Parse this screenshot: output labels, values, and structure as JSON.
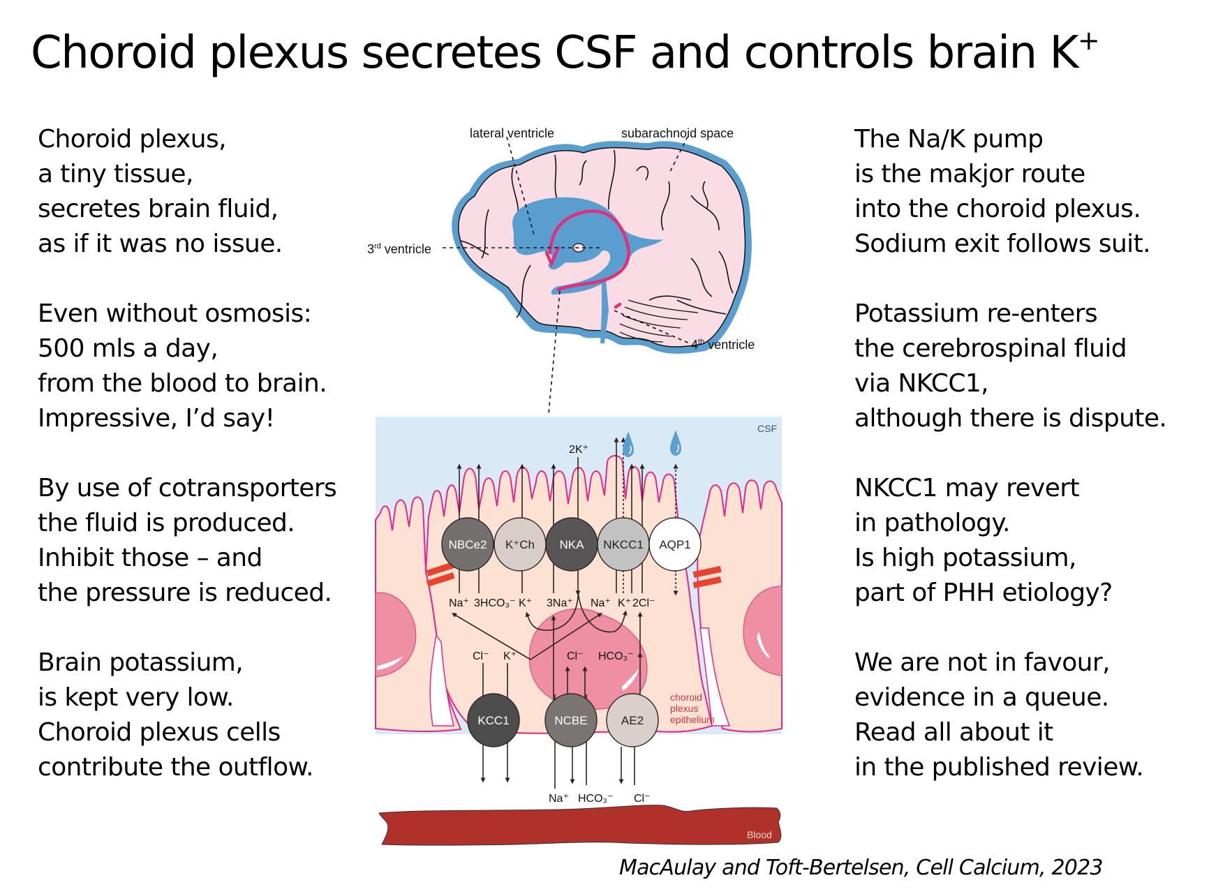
{
  "slide": {
    "title": "Choroid plexus secretes CSF and controls brain K",
    "title_superscript": "+",
    "citation": "MacAulay and Toft-Bertelsen, Cell Calcium, 2023"
  },
  "poem_left": {
    "stanzas": [
      [
        "Choroid plexus,",
        "a tiny tissue,",
        "secretes brain fluid,",
        "as if it was no issue."
      ],
      [
        "Even without osmosis:",
        "500 mls a day,",
        "from the blood to brain.",
        "Impressive, I’d say!"
      ],
      [
        "By use of cotransporters",
        "the fluid is produced.",
        "Inhibit those – and",
        "the pressure is reduced."
      ],
      [
        "Brain potassium,",
        "is kept very low.",
        "Choroid plexus cells",
        "contribute the outflow."
      ]
    ]
  },
  "poem_right": {
    "stanzas": [
      [
        "The Na/K pump",
        "is the makjor route",
        "into the choroid plexus.",
        "Sodium exit follows suit."
      ],
      [
        "Potassium re-enters",
        "the cerebrospinal fluid",
        "via NKCC1,",
        "although there is dispute."
      ],
      [
        "NKCC1 may revert",
        "in pathology.",
        "Is high potassium,",
        "part of PHH etiology?"
      ],
      [
        "We are not in favour,",
        "evidence in a queue.",
        "Read all about it",
        "in the published review."
      ]
    ]
  },
  "brain_diagram": {
    "labels": {
      "lateral_ventricle": "lateral ventricle",
      "subarachnoid_space": "subarachnoid space",
      "third_ventricle_num": "3",
      "third_ventricle_sup": "rd",
      "third_ventricle_word": " ventricle",
      "fourth_ventricle_num": "4",
      "fourth_ventricle_sup": "th",
      "fourth_ventricle_word": " ventricle"
    },
    "colors": {
      "brain_fill": "#f9dce4",
      "csf_blue": "#5a9ecf",
      "choroid_plexus": "#e0307c"
    }
  },
  "cell_diagram": {
    "region_labels": {
      "csf": "CSF",
      "blood": "Blood",
      "epithelium": [
        "choroid",
        "plexus",
        "epithelium"
      ]
    },
    "apical_transporters": [
      {
        "id": "NBCe2",
        "label": "NBCe2",
        "fill": "#757070",
        "text_color": "#ffffff"
      },
      {
        "id": "KCh",
        "label": "K⁺Ch",
        "fill": "#d9cdc9",
        "text_color": "#222222"
      },
      {
        "id": "NKA",
        "label": "NKA",
        "fill": "#575555",
        "text_color": "#ffffff"
      },
      {
        "id": "NKCC1",
        "label": "NKCC1",
        "fill": "#c2c2c2",
        "text_color": "#222222"
      },
      {
        "id": "AQP1",
        "label": "AQP1",
        "fill": "#ffffff",
        "text_color": "#222222"
      }
    ],
    "basolateral_transporters": [
      {
        "id": "KCC1",
        "label": "KCC1",
        "fill": "#4e4d4d",
        "text_color": "#ffffff"
      },
      {
        "id": "NCBE",
        "label": "NCBE",
        "fill": "#7a7572",
        "text_color": "#ffffff"
      },
      {
        "id": "AE2",
        "label": "AE2",
        "fill": "#d9d0cc",
        "text_color": "#222222"
      }
    ],
    "ion_labels": {
      "two_k": "2K⁺",
      "apical_row": [
        "Na⁺",
        "3HCO₃⁻",
        "K⁺",
        "3Na⁺",
        "Na⁺",
        "K⁺",
        "2Cl⁻"
      ],
      "mid_row": [
        "Cl⁻",
        "K⁺",
        "Cl⁻",
        "HCO₃⁻"
      ],
      "blood_row": [
        "Na⁺",
        "HCO₃⁻",
        "Cl⁻"
      ]
    },
    "colors": {
      "csf_bg": "#d9e9f5",
      "cell_fill": "#fde1d2",
      "membrane": "#e0288a",
      "nucleus": "#ef8fa3",
      "tight_junction": "#e8432e",
      "blood": "#b0302a",
      "water_drop": "#5b9fd0"
    }
  }
}
